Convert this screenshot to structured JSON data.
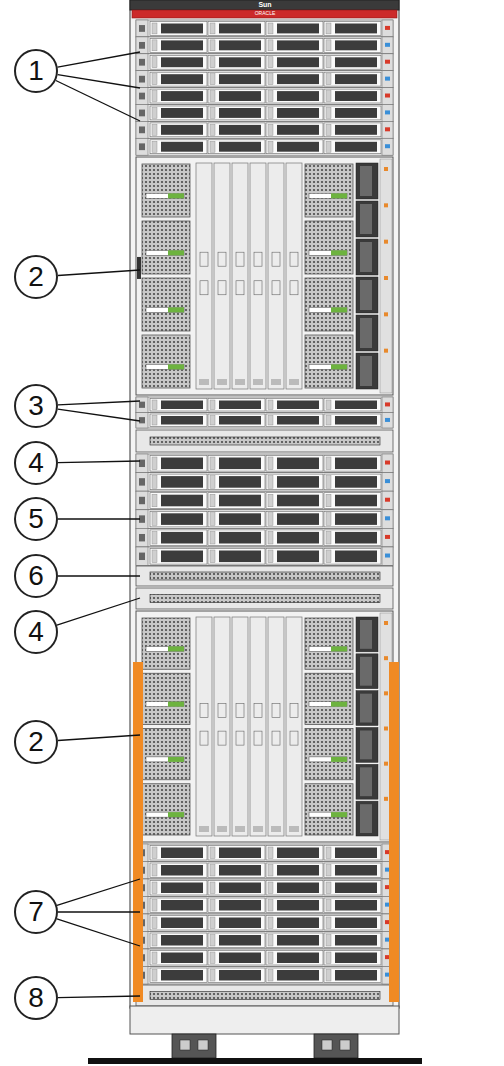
{
  "diagram": {
    "nodes": [
      {
        "text": [
          "1"
        ]
      },
      {
        "text": [
          "2"
        ]
      },
      {
        "text": [
          "3"
        ]
      },
      {
        "text": [
          "4"
        ]
      },
      {
        "text": [
          "5"
        ]
      },
      {
        "text": [
          "6"
        ]
      },
      {
        "text": [
          "4"
        ]
      },
      {
        "text": [
          "2"
        ]
      },
      {
        "text": [
          "7"
        ]
      },
      {
        "text": [
          "8"
        ]
      }
    ],
    "labels": [
      "Sun",
      "ORACLE"
    ]
  }
}
